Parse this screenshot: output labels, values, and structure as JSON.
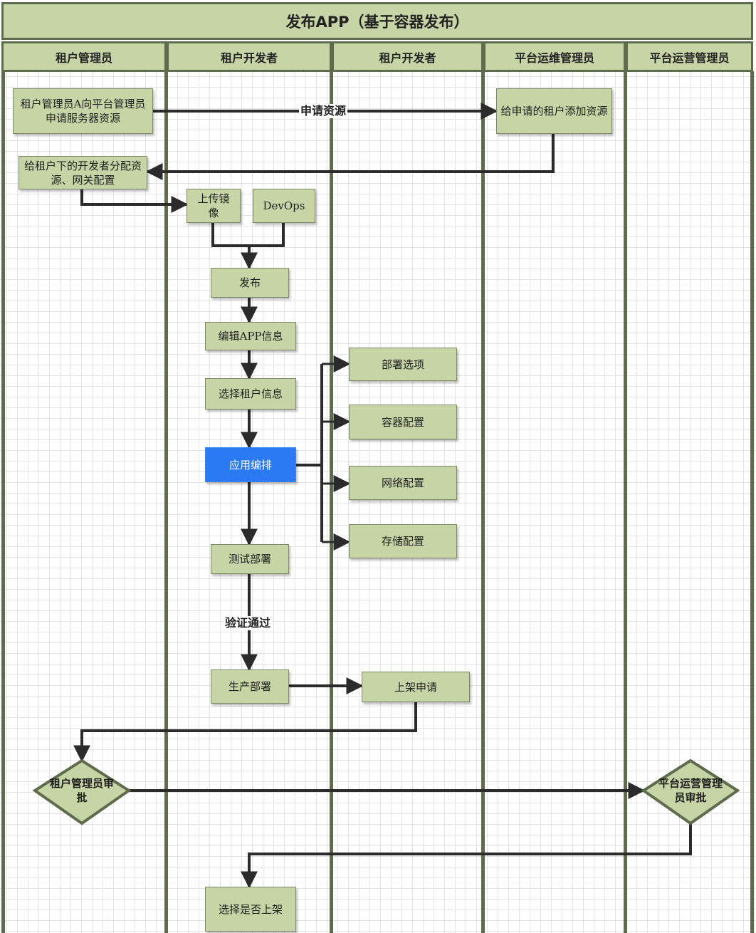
{
  "title": "发布APP（基于容器发布）",
  "lanes": [
    "租户管理员",
    "租户开发者",
    "租户开发者",
    "平台运维管理员",
    "平台运营管理员"
  ],
  "nodes": {
    "apply_resource": "租户管理员A向平台管理员申请服务器资源",
    "add_resource": "给申请的租户添加资源",
    "allocate": "给租户下的开发者分配资源、网关配置",
    "upload_image": "上传镜像",
    "devops": "DevOps",
    "publish": "发布",
    "edit_app": "编辑APP信息",
    "select_tenant": "选择租户信息",
    "orchestrate": "应用编排",
    "deploy_options": "部署选项",
    "container_config": "容器配置",
    "network_config": "网络配置",
    "storage_config": "存储配置",
    "test_deploy": "测试部署",
    "prod_deploy": "生产部署",
    "listing_request": "上架申请",
    "tenant_admin_approve": "租户管理员审批",
    "platform_ops_approve": "平台运营管理员审批",
    "choose_listing": "选择是否上架"
  },
  "edges": {
    "apply_label": "申请资源",
    "verify_label": "验证通过"
  },
  "colors": {
    "lane_fill": "#c7d5a6",
    "lane_border": "#5e6b4c",
    "arrow": "#2b2b2b",
    "highlight": "#2a7af4"
  }
}
